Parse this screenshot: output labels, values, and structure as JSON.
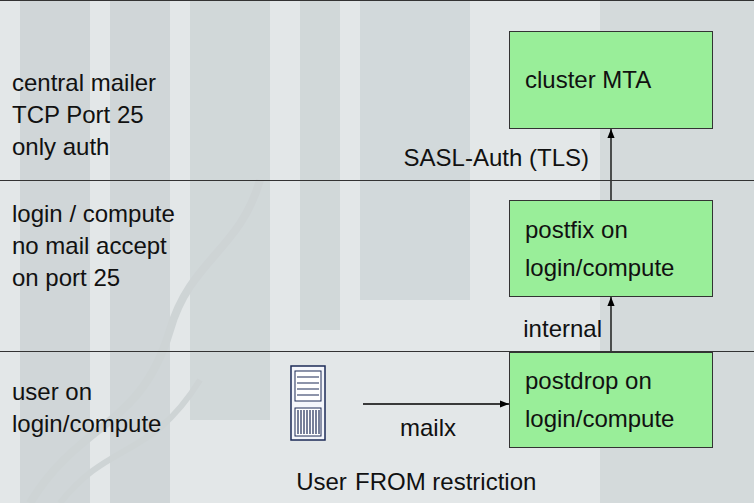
{
  "diagram": {
    "nodes": [
      {
        "text": [
          "central mailer TCP Port 25 only auth"
        ]
      },
      {
        "text": [
          "cluster MTA"
        ],
        "in": 0
      },
      {
        "text": [
          "login / compute no mail accept on port 25"
        ]
      },
      {
        "text": [
          "postfix on login/compute"
        ],
        "in": 2
      },
      {
        "text": [
          "user on login/compute"
        ]
      },
      {
        "text": [
          "User"
        ],
        "in": 4
      },
      {
        "text": [
          "postdrop on login/compute"
        ],
        "in": 4
      }
    ],
    "edges": [
      {
        "from": 5,
        "to": 6,
        "label": "mailx",
        "arrow": "to"
      },
      {
        "from": 6,
        "to": 3,
        "label": "internal",
        "arrow": "to"
      },
      {
        "from": 3,
        "to": 1,
        "label": "SASL-Auth (TLS)",
        "arrow": "to"
      }
    ],
    "labels": [
      "FROM restriction"
    ]
  }
}
